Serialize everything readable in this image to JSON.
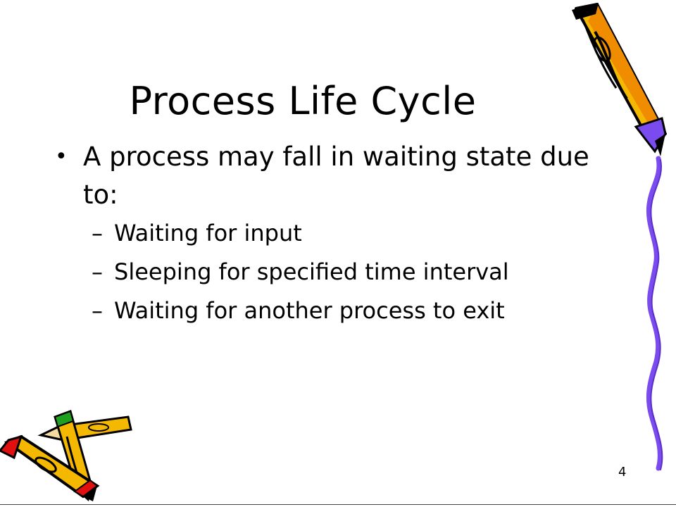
{
  "slide": {
    "title": "Process Life Cycle",
    "bullet": {
      "marker": "•",
      "text": "A process may fall in waiting state due to:"
    },
    "sub_items": [
      {
        "marker": "–",
        "text": "Waiting for input"
      },
      {
        "marker": "–",
        "text": "Sleeping for specified time interval"
      },
      {
        "marker": "–",
        "text": "Waiting for another process to exit"
      }
    ],
    "page_number": "4"
  },
  "colors": {
    "pencil_yellow": "#f5b800",
    "pencil_shade": "#f08c00",
    "purple_squiggle": "#7a4cf0",
    "eraser_red": "#e01010",
    "eraser_green": "#20a020"
  },
  "decorations": [
    "pencil-top-right-icon",
    "pencil-bottom-left-icon",
    "purple-squiggle-border"
  ]
}
